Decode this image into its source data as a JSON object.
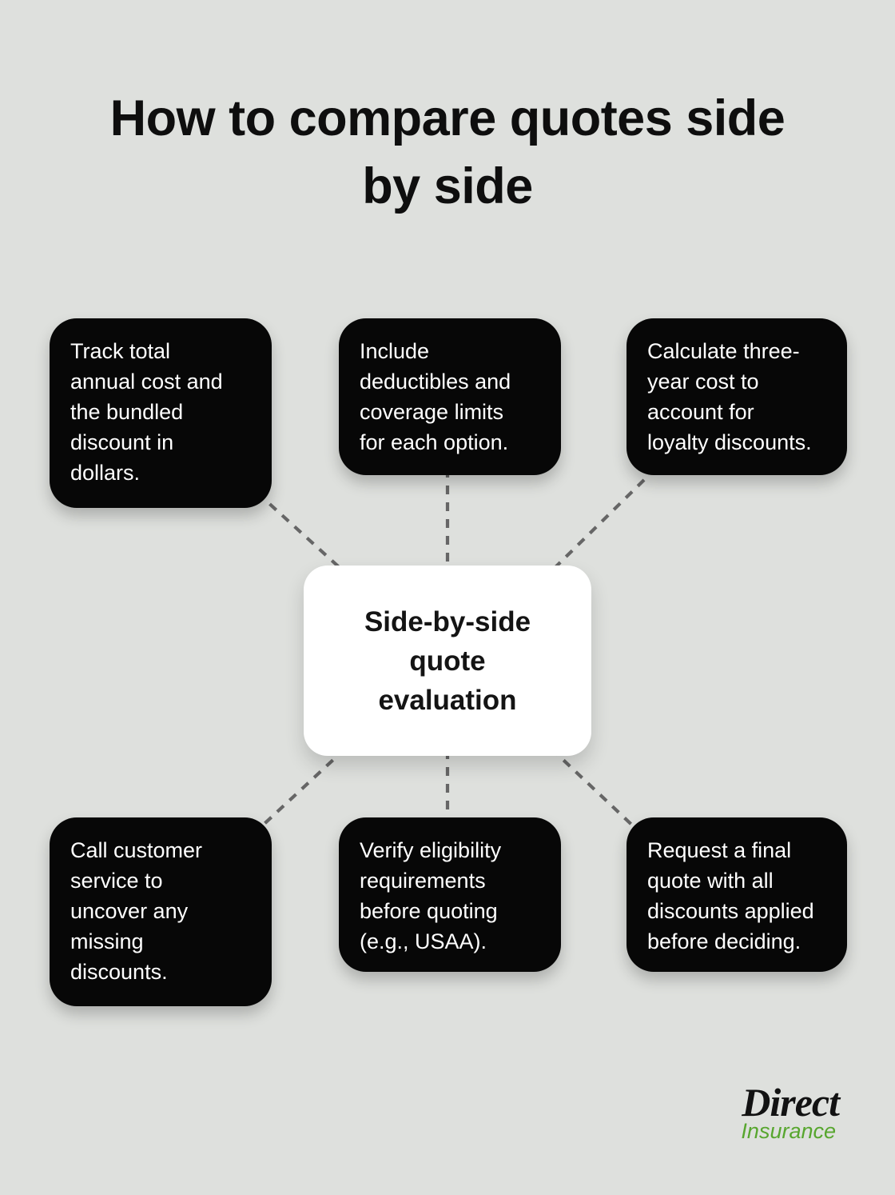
{
  "title": "How to compare quotes side\nby side",
  "center_node": {
    "label": "Side-by-side\nquote\nevaluation"
  },
  "nodes": {
    "top_left": {
      "label": "Track total\nannual cost and\nthe bundled\ndiscount in\ndollars."
    },
    "top_middle": {
      "label": "Include\ndeductibles and\ncoverage limits\nfor each option."
    },
    "top_right": {
      "label": "Calculate three-\nyear cost to\naccount for\nloyalty discounts."
    },
    "bottom_left": {
      "label": "Call customer\nservice to\nuncover any\nmissing\ndiscounts."
    },
    "bottom_middle": {
      "label": "Verify eligibility\nrequirements\nbefore quoting\n(e.g., USAA)."
    },
    "bottom_right": {
      "label": "Request a final\nquote with all\ndiscounts applied\nbefore deciding."
    }
  },
  "logo": {
    "brand": "Direct",
    "subtext": "Insurance"
  },
  "styles": {
    "page_bg": "#dee0dd",
    "node_bg": "#070707",
    "node_text": "#ffffff",
    "center_bg": "#ffffff",
    "center_text": "#141414",
    "connector_color": "#666666",
    "title_color": "#0e0e0e",
    "logo_brand_color": "#121212",
    "logo_sub_color": "#57a62e"
  }
}
